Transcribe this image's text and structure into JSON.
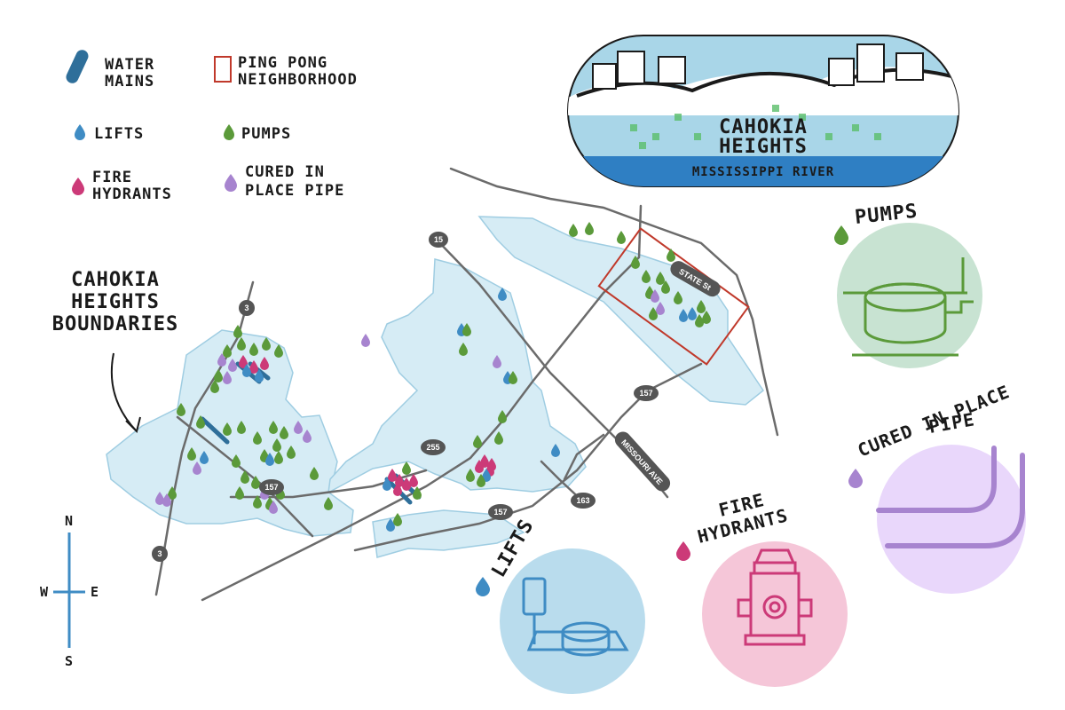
{
  "legend": {
    "water_mains": [
      "WATER",
      "MAINS"
    ],
    "ping_pong": [
      "PING PONG",
      "NEIGHBORHOOD"
    ],
    "lifts": "LIFTS",
    "pumps": "PUMPS",
    "fire_hydrants": [
      "FIRE",
      "HYDRANTS"
    ],
    "cipp": [
      "CURED IN",
      "PLACE PIPE"
    ]
  },
  "inset": {
    "city_lines": [
      "CAHOKIA",
      "HEIGHTS"
    ],
    "river": "MISSISSIPPI RIVER"
  },
  "boundary_callout": [
    "CAHOKIA",
    "HEIGHTS",
    "BOUNDARIES"
  ],
  "roads": {
    "route_3_top": "3",
    "route_3_bottom": "3",
    "route_15": "15",
    "route_157_left": "157",
    "route_157_mid": "157",
    "route_157_right": "157",
    "route_255": "255",
    "route_163": "163",
    "state_st": "STATE St",
    "missouri_ave": "MISSOURI AVE"
  },
  "compass": {
    "n": "N",
    "s": "S",
    "e": "E",
    "w": "W"
  },
  "callouts": {
    "pumps": "PUMPS",
    "cipp": [
      "CURED IN PLACE",
      "PIPE"
    ],
    "fire_hydrants": [
      "FIRE",
      "HYDRANTS"
    ],
    "lifts": "LIFTS"
  },
  "colors": {
    "boundary_fill": "#d6ecf5",
    "water_main": "#2f6f9a",
    "lift": "#3f8cc4",
    "pump": "#5b9a3a",
    "hydrant": "#cc3a78",
    "cipp": "#a784cf",
    "ping_pong": "#c0392b",
    "river": "#2f7fc3",
    "road": "#6b6b6b"
  }
}
